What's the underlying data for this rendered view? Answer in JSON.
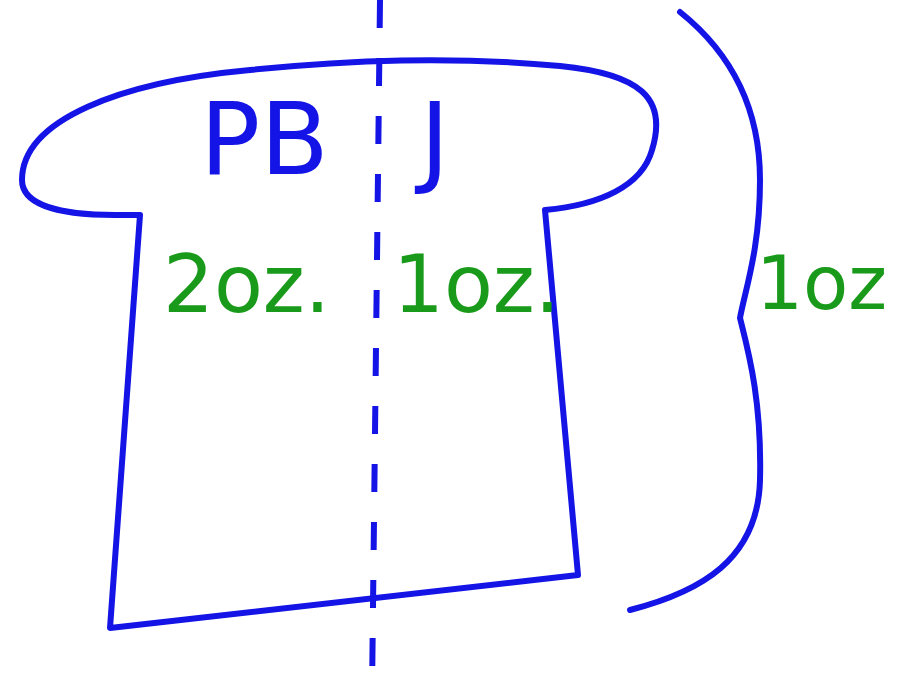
{
  "diagram": {
    "nodes": [
      {
        "text": [
          "PB",
          "J",
          "2oz.",
          "1oz."
        ]
      }
    ],
    "labels": [
      "1oz"
    ]
  }
}
